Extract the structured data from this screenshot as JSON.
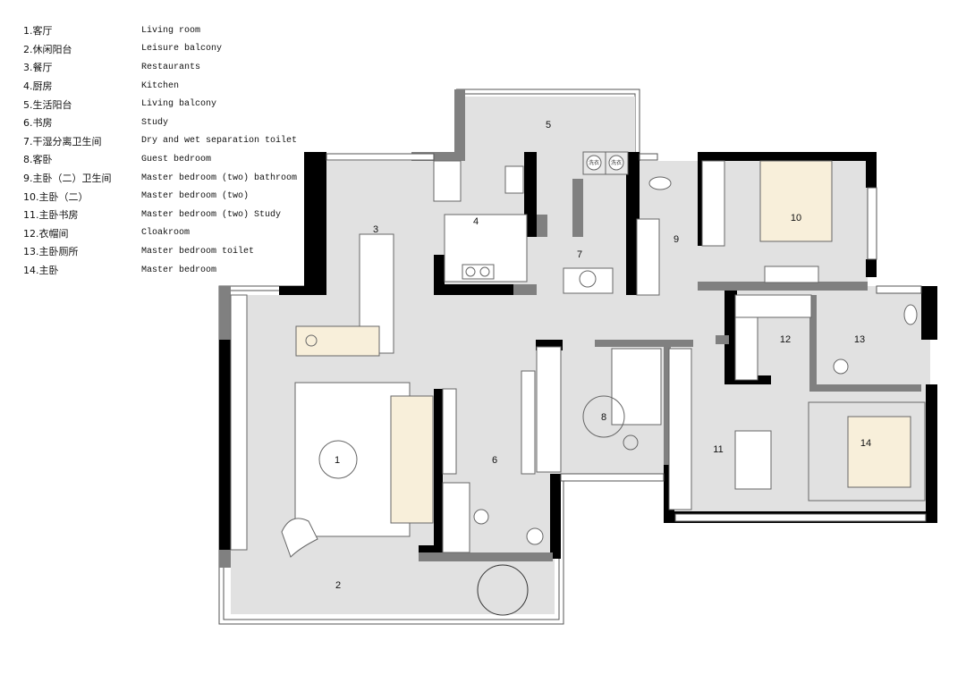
{
  "legend": [
    {
      "num": "1",
      "cn": "1.客厅",
      "en": "Living room"
    },
    {
      "num": "2",
      "cn": "2.休闲阳台",
      "en": "Leisure balcony"
    },
    {
      "num": "3",
      "cn": "3.餐厅",
      "en": "Restaurants"
    },
    {
      "num": "4",
      "cn": "4.厨房",
      "en": "Kitchen"
    },
    {
      "num": "5",
      "cn": "5.生活阳台",
      "en": "Living balcony"
    },
    {
      "num": "6",
      "cn": "6.书房",
      "en": "Study"
    },
    {
      "num": "7",
      "cn": "7.干湿分离卫生间",
      "en": "Dry and wet separation toilet"
    },
    {
      "num": "8",
      "cn": "8.客卧",
      "en": "Guest bedroom"
    },
    {
      "num": "9",
      "cn": "9.主卧（二）卫生间",
      "en": "Master bedroom (two) bathroom"
    },
    {
      "num": "10",
      "cn": "10.主卧（二）",
      "en": "Master bedroom (two)"
    },
    {
      "num": "11",
      "cn": "11.主卧书房",
      "en": "Master bedroom (two) Study"
    },
    {
      "num": "12",
      "cn": "12.衣帽间",
      "en": "Cloakroom"
    },
    {
      "num": "13",
      "cn": "13.主卧厕所",
      "en": "Master bedroom toilet"
    },
    {
      "num": "14",
      "cn": "14.主卧",
      "en": "Master bedroom"
    }
  ],
  "plan": {
    "washer_label": "洗衣",
    "colors": {
      "floor": "#e1e1e1",
      "wall": "#000000",
      "partition": "#808080",
      "soft": "#f8efda"
    }
  }
}
